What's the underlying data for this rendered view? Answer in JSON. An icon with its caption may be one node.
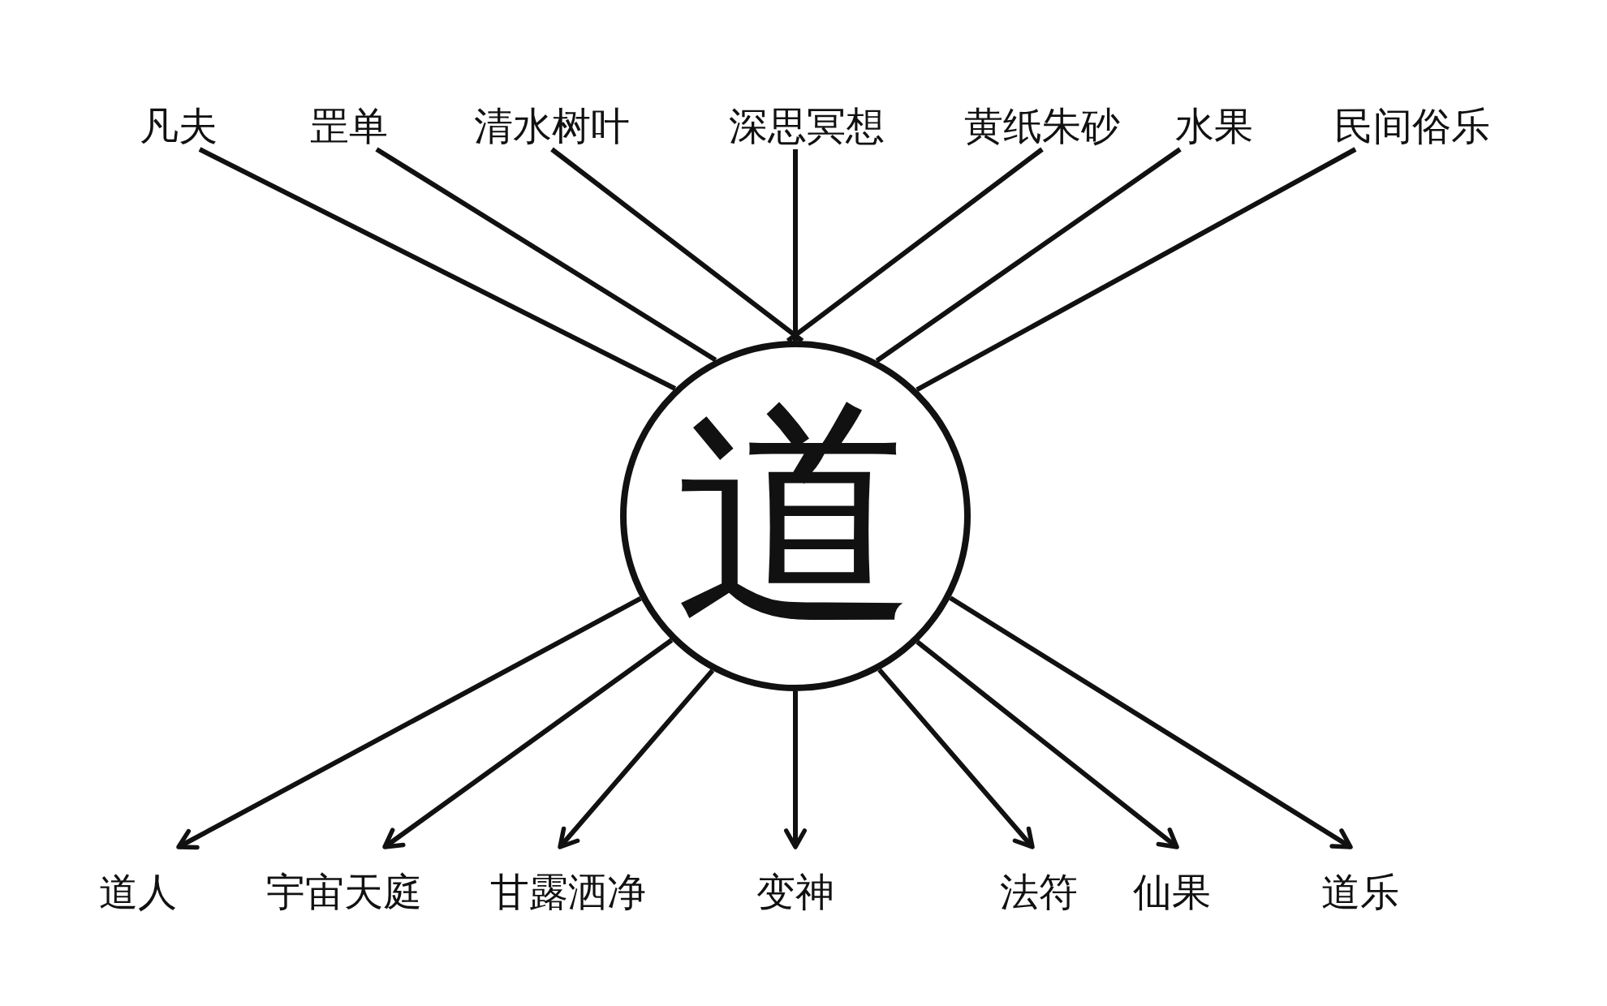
{
  "diagram": {
    "nodes": [
      {
        "text": [
          "凡夫"
        ]
      },
      {
        "text": [
          "罡单"
        ]
      },
      {
        "text": [
          "清水树叶"
        ]
      },
      {
        "text": [
          "深思冥想"
        ]
      },
      {
        "text": [
          "黄纸朱砂"
        ]
      },
      {
        "text": [
          "水果"
        ]
      },
      {
        "text": [
          "民间俗乐"
        ]
      },
      {
        "text": [
          "道"
        ]
      },
      {
        "text": [
          "道人"
        ]
      },
      {
        "text": [
          "宇宙天庭"
        ]
      },
      {
        "text": [
          "甘露洒净"
        ]
      },
      {
        "text": [
          "变神"
        ]
      },
      {
        "text": [
          "法符"
        ]
      },
      {
        "text": [
          "仙果"
        ]
      },
      {
        "text": [
          "道乐"
        ]
      }
    ],
    "edges": [
      {
        "from": 0,
        "to": 7,
        "arrow": "none"
      },
      {
        "from": 1,
        "to": 7,
        "arrow": "none"
      },
      {
        "from": 2,
        "to": 7,
        "arrow": "none"
      },
      {
        "from": 3,
        "to": 7,
        "arrow": "none"
      },
      {
        "from": 4,
        "to": 7,
        "arrow": "none"
      },
      {
        "from": 5,
        "to": 7,
        "arrow": "none"
      },
      {
        "from": 6,
        "to": 7,
        "arrow": "none"
      },
      {
        "from": 7,
        "to": 8,
        "arrow": "to"
      },
      {
        "from": 7,
        "to": 9,
        "arrow": "to"
      },
      {
        "from": 7,
        "to": 10,
        "arrow": "to"
      },
      {
        "from": 7,
        "to": 11,
        "arrow": "to"
      },
      {
        "from": 7,
        "to": 12,
        "arrow": "to"
      },
      {
        "from": 7,
        "to": 13,
        "arrow": "to"
      },
      {
        "from": 7,
        "to": 14,
        "arrow": "to"
      }
    ]
  }
}
